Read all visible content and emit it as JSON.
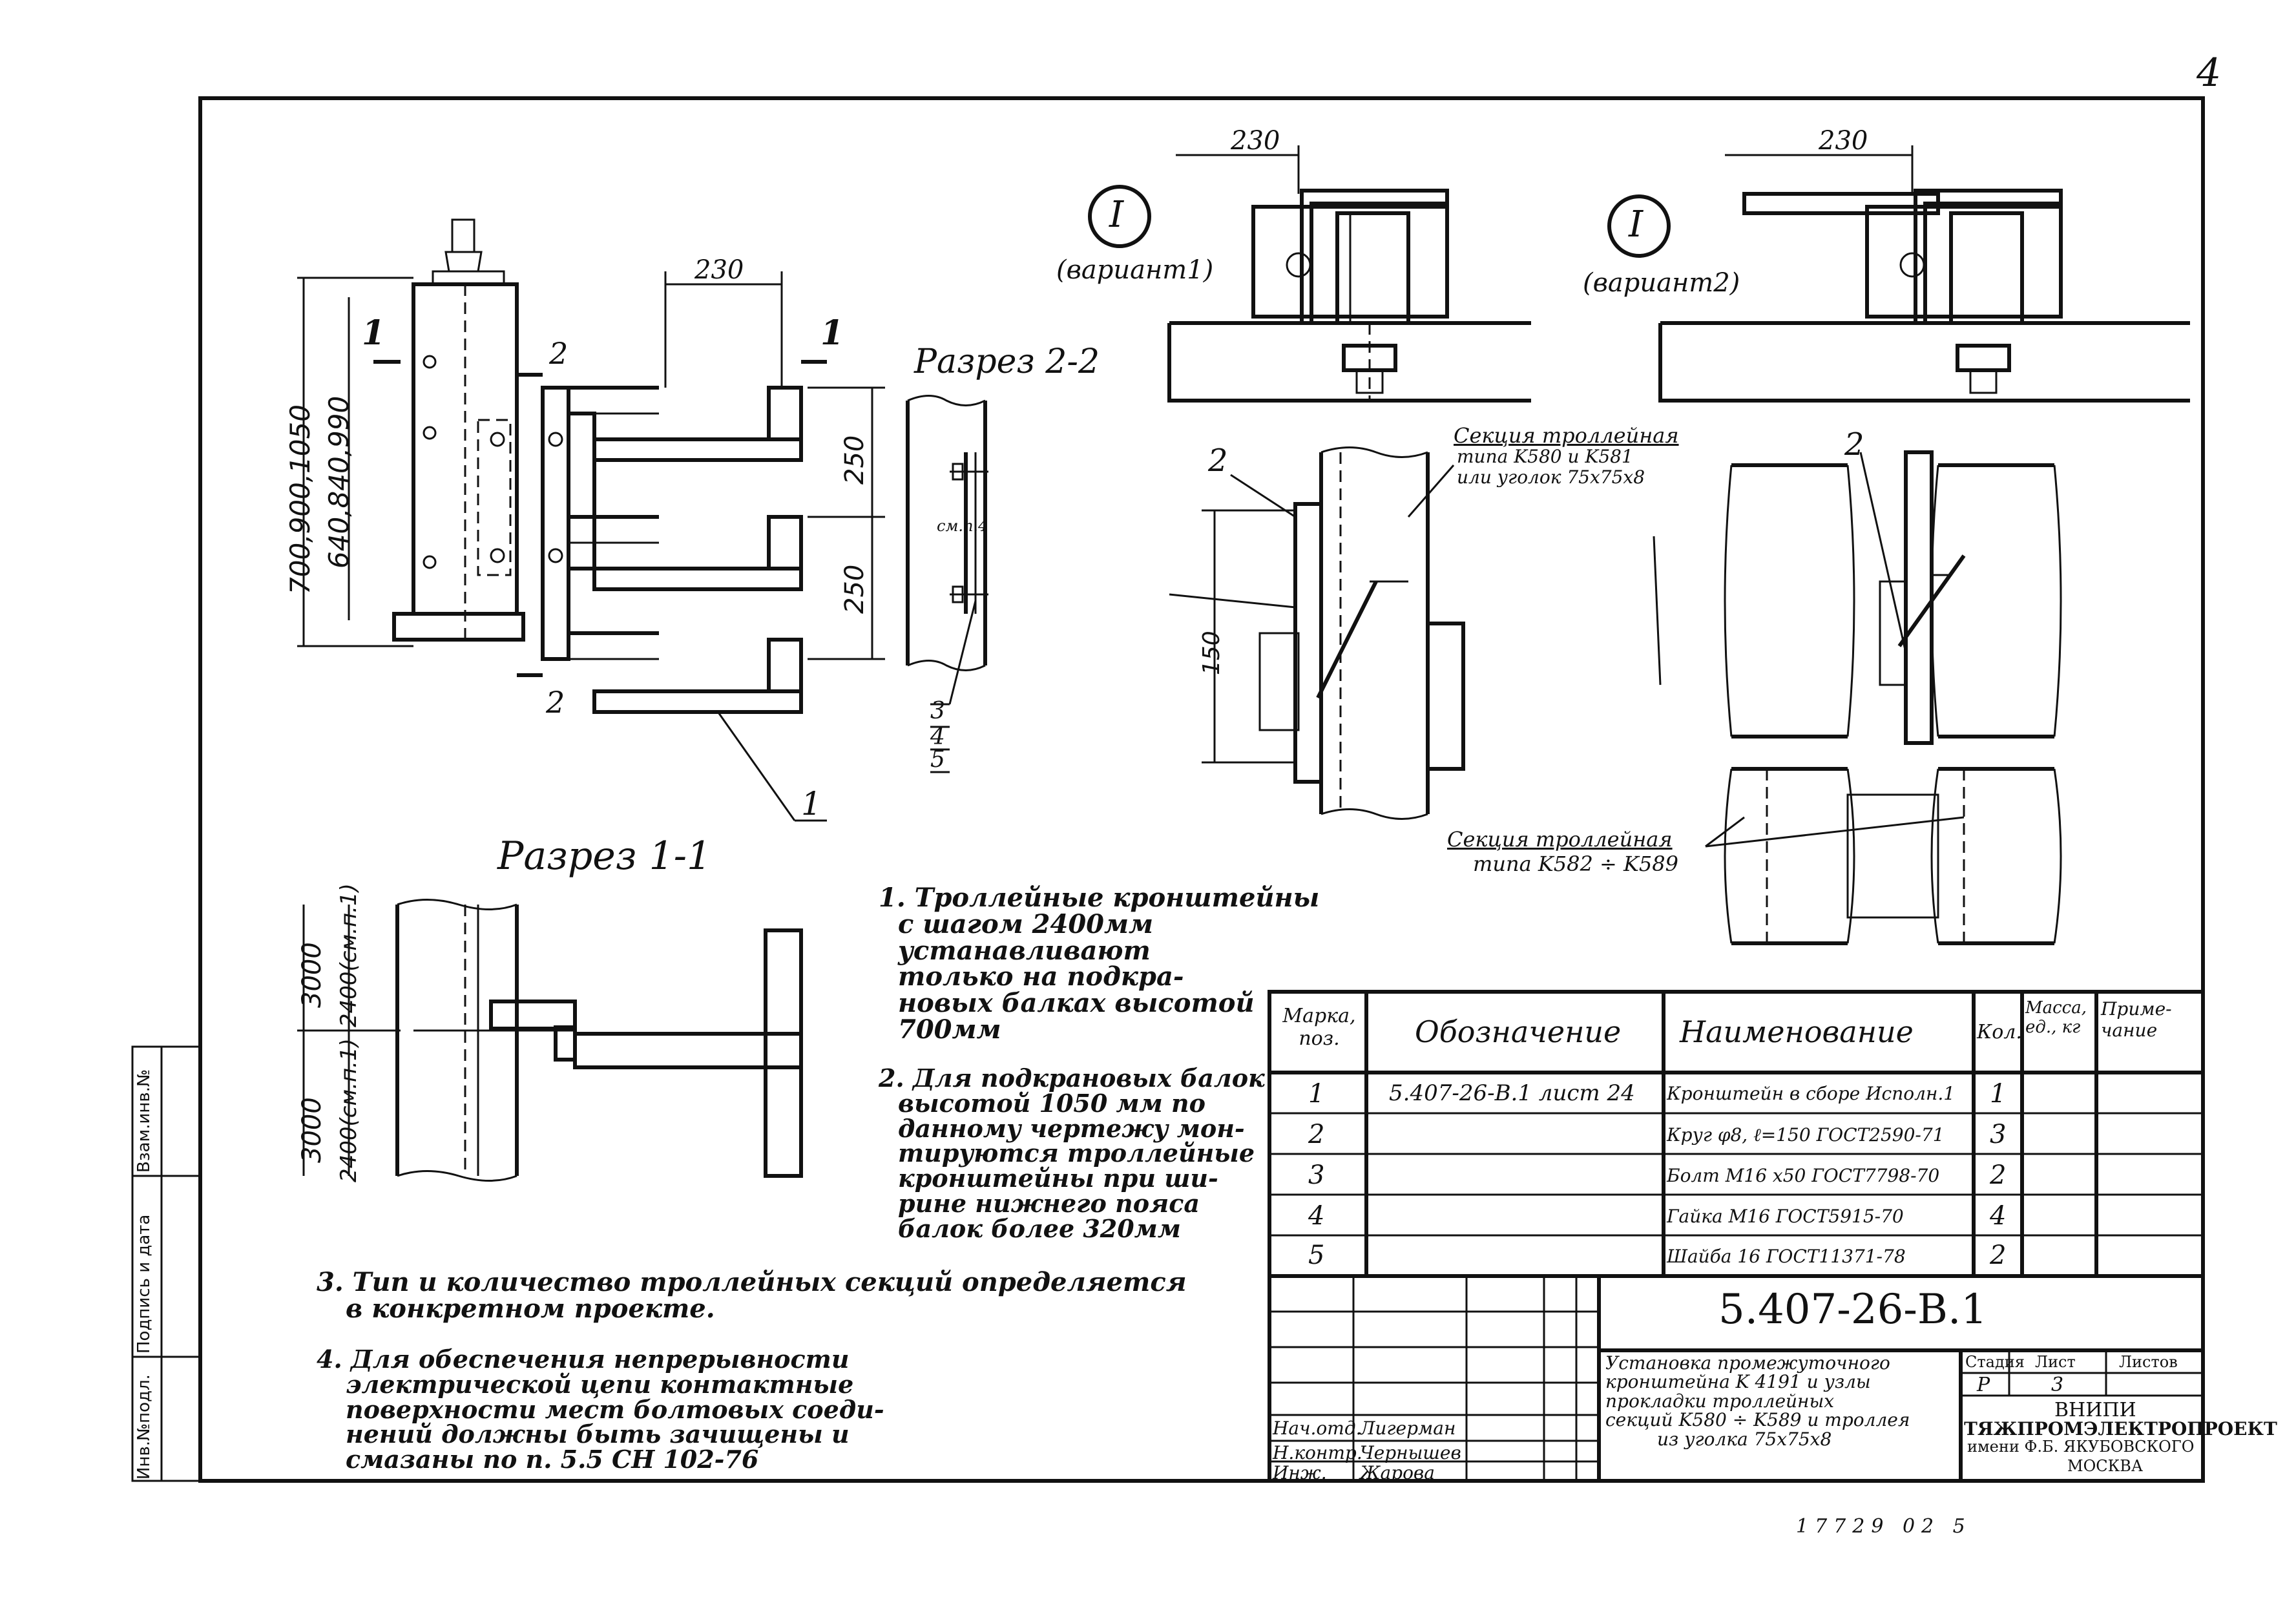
{
  "sheet_number": "4",
  "views": {
    "main": {
      "dim_top": "230",
      "dim_height_outer": "700,900,1050",
      "dim_height_inner": "640,840,990",
      "dim_250_a": "250",
      "dim_250_b": "250",
      "section_mark_1_left": "1",
      "section_mark_1_right": "1",
      "section_mark_2_top": "2",
      "section_mark_2_bottom": "2",
      "pos_leader_1": "1"
    },
    "section_2_2": {
      "title": "Разрез 2-2",
      "ref": "см.п.4",
      "pos_3": "3",
      "pos_4": "4",
      "pos_5": "5"
    },
    "section_1_1": {
      "title": "Разрез 1-1",
      "dim_upper_a": "3000",
      "dim_upper_b": "2400(см.п.1)",
      "dim_lower_a": "3000",
      "dim_lower_b": "2400(см.п.1)"
    },
    "variant1": {
      "dim": "230",
      "marker": "I",
      "label": "(вариант1)"
    },
    "variant2": {
      "dim": "230",
      "marker": "I",
      "label": "(вариант2)"
    },
    "detail_left": {
      "pos_2": "2",
      "dim_150": "150",
      "callout_line1": "Секция троллейная",
      "callout_line2": "типа K580 и K581",
      "callout_line3": "или уголок 75x75x8"
    },
    "detail_right": {
      "pos_2": "2",
      "callout_line1": "Секция троллейная",
      "callout_line2": "типа K582 ÷ K589"
    }
  },
  "notes": {
    "n1": [
      "1. Троллейные кронштейны",
      "с шагом 2400мм",
      "устанавливают",
      "только на подкра-",
      "новых балках высотой",
      "700мм"
    ],
    "n2": [
      "2. Для подкрановых балок",
      "высотой 1050 мм по",
      "данному чертежу мон-",
      "тируются троллейные",
      "кронштейны при ши-",
      "рине нижнего пояса",
      "балок более 320мм"
    ],
    "n3": [
      "3. Тип и количество троллейных секций определяется",
      "в конкретном проекте."
    ],
    "n4": [
      "4. Для обеспечения непрерывности",
      "электрической цепи контактные",
      "поверхности мест болтовых соеди-",
      "нений должны быть зачищены и",
      "смазаны по п. 5.5 СН 102-76"
    ]
  },
  "spec_table": {
    "headers": {
      "mark": "Марка, поз.",
      "designation": "Обозначение",
      "name": "Наименование",
      "qty": "Кол.",
      "mass": "Масса, ед., кг",
      "note": "Приме- чание"
    },
    "rows": [
      {
        "mark": "1",
        "designation": "5.407-26-В.1 лист 24",
        "name": "Кронштейн в сборе Исполн.1",
        "qty": "1"
      },
      {
        "mark": "2",
        "designation": "",
        "name": "Круг φ8, ℓ=150 ГОСТ2590-71",
        "qty": "3"
      },
      {
        "mark": "3",
        "designation": "",
        "name": "Болт М16 x50 ГОСТ7798-70",
        "qty": "2"
      },
      {
        "mark": "4",
        "designation": "",
        "name": "Гайка М16 ГОСТ5915-70",
        "qty": "4"
      },
      {
        "mark": "5",
        "designation": "",
        "name": "Шайба 16 ГОСТ11371-78",
        "qty": "2"
      }
    ]
  },
  "title_block": {
    "code": "5.407-26-В.1",
    "description": [
      "Установка промежуточного",
      "кронштейна K 4191 и узлы",
      "прокладки троллейных",
      "секций K580 ÷ K589 и троллея",
      "из уголка 75x75x8"
    ],
    "stage_label": "Стадия",
    "sheet_label": "Лист",
    "sheets_label": "Листов",
    "stage_value": "Р",
    "sheet_value": "3",
    "sheets_value": "",
    "org_line1": "ВНИПИ",
    "org_line2": "ТЯЖПРОМЭЛЕКТРОПРОЕКТ",
    "org_line3": "имени Ф.Б. ЯКУБОВСКОГО",
    "org_line4": "МОСКВА",
    "signatures": [
      {
        "role": "Нач.отд.",
        "name": "Лигерман"
      },
      {
        "role": "Н.контр.",
        "name": "Чернышев"
      },
      {
        "role": "Инж.",
        "name": "Жарова"
      }
    ],
    "footer": "17729 02 5"
  },
  "left_stamp": {
    "inv_orig": "Инв.№подл.",
    "sign_date": "Подпись и дата",
    "inv_replace": "Взам.инв.№"
  }
}
